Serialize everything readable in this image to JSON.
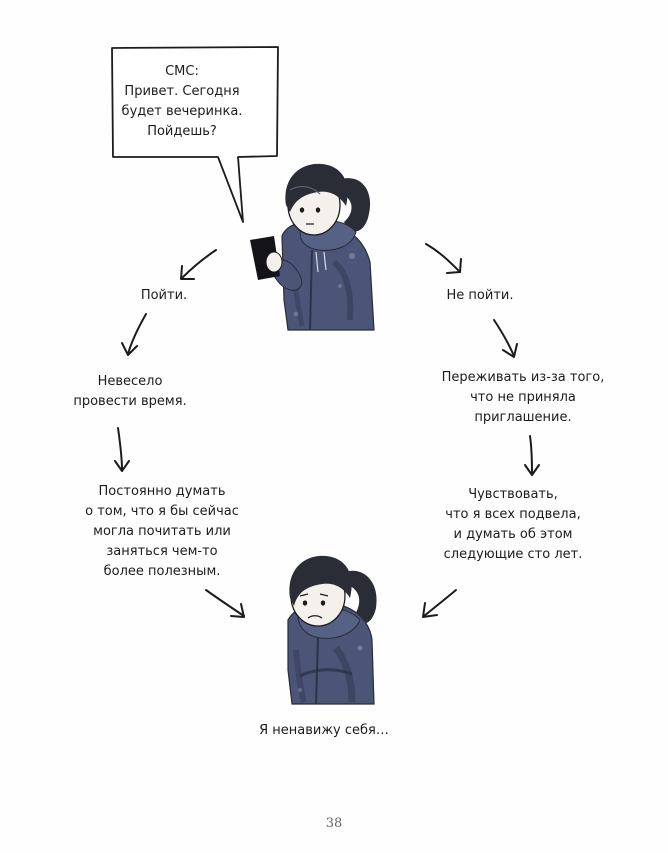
{
  "speech_bubble": {
    "text": "СМС:\nПривет. Сегодня\nбудет вечеринка.\nПойдешь?"
  },
  "branches": {
    "go": {
      "label": "Пойти.",
      "steps": [
        "Невесело\nпровести время.",
        "Постоянно думать\nо том, что я бы сейчас\nмогла почитать или\nзаняться чем-то\nболее полезным."
      ]
    },
    "no_go": {
      "label": "Не пойти.",
      "steps": [
        "Переживать из-за того,\nчто не приняла\nприглашение.",
        "Чувствовать,\nчто я всех подвела,\nи думать об этом\nследующие сто лет."
      ]
    }
  },
  "outcome": {
    "label": "Я ненавижу себя…"
  },
  "page_number": "38",
  "colors": {
    "ink": "#1c1c1c",
    "hoodie": "#4b5577",
    "hoodie_dark": "#363e5a",
    "hair": "#2a2c36",
    "skin": "#f4f1ec",
    "phone": "#141418",
    "page": "#fefefe"
  }
}
